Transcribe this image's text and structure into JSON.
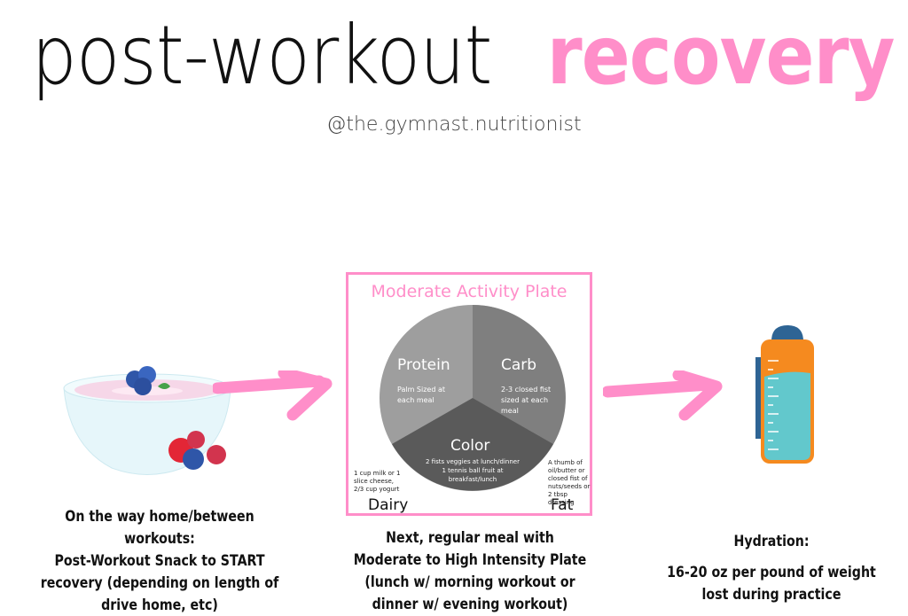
{
  "header": {
    "title_part1": "post-workout ",
    "title_part2": "recovery",
    "handle": "@the.gymnast.nutritionist"
  },
  "colors": {
    "accent_pink": "#ff8ec9",
    "protein": "#9e9e9e",
    "carb": "#7f7f7f",
    "color_slice": "#5a5a5a",
    "bottle_orange": "#f58a1f",
    "bottle_water": "#62c8cc",
    "bottle_cap": "#2e6494"
  },
  "plate": {
    "title": "Moderate Activity Plate",
    "protein": {
      "label": "Protein",
      "desc": "Palm Sized at each meal"
    },
    "carb": {
      "label": "Carb",
      "desc": "2-3 closed fist sized at each meal"
    },
    "color": {
      "label": "Color",
      "desc_line1": "2 fists veggies at lunch/dinner",
      "desc_line2": "1 tennis ball fruit at",
      "desc_line3": "breakfast/lunch"
    },
    "dairy": {
      "label": "Dairy",
      "desc": "1 cup milk or 1 slice cheese, 2/3 cup yogurt"
    },
    "fat": {
      "label": "Fat",
      "desc": "A thumb of oil/butter or closed fist of nuts/seeds or 2 tbsp dressing"
    }
  },
  "chart_data": {
    "type": "pie",
    "title": "Moderate Activity Plate",
    "categories": [
      "Protein",
      "Carb",
      "Color"
    ],
    "values": [
      33.3,
      33.3,
      33.4
    ]
  },
  "steps": [
    {
      "line1": "On the way home/between",
      "line2": "workouts:",
      "line3": "Post-Workout Snack to START",
      "line4": "recovery (depending on length of",
      "line5": "drive home, etc)"
    },
    {
      "line1": "Next, regular meal with",
      "line2": "Moderate to High Intensity Plate",
      "line3": "(lunch w/ morning workout or",
      "line4": "dinner w/ evening workout)"
    },
    {
      "line1": "Hydration:",
      "line2": "16-20 oz per pound of weight",
      "line3": "lost during practice"
    }
  ]
}
